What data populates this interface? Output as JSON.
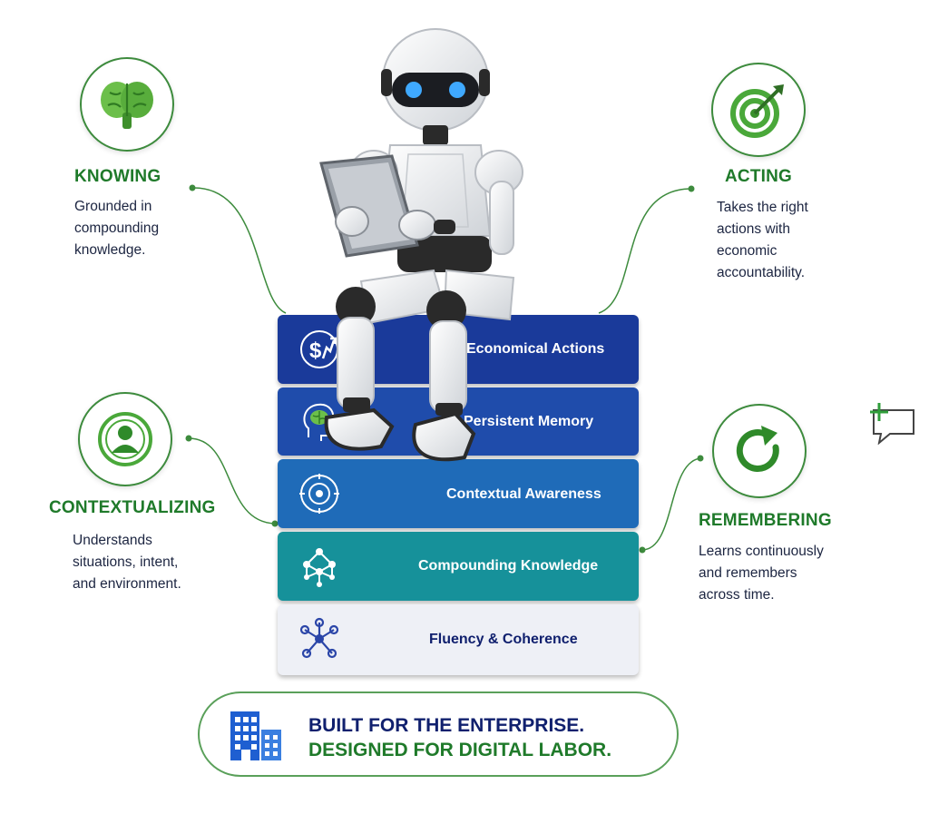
{
  "pillars": {
    "knowing": {
      "title": "KNOWING",
      "desc": [
        "Grounded in",
        "compounding",
        "knowledge."
      ],
      "icon": "brain-icon"
    },
    "acting": {
      "title": "ACTING",
      "desc": [
        "Takes the right",
        "actions with",
        "economic",
        "accountability."
      ],
      "icon": "target-arrow-icon"
    },
    "contextualizing": {
      "title": "CONTEXTUALIZING",
      "desc": [
        "Understands",
        "situations, intent,",
        "and environment."
      ],
      "icon": "person-focus-icon"
    },
    "remembering": {
      "title": "REMEMBERING",
      "desc": [
        "Learns continuously",
        "and remembers",
        "across time."
      ],
      "icon": "refresh-arrow-icon"
    }
  },
  "stack": [
    {
      "label": "Economical Actions",
      "icon": "dollar-growth-icon",
      "color": "#1a3a9a"
    },
    {
      "label": "Persistent Memory",
      "icon": "brain-head-icon",
      "color": "#1f4cab"
    },
    {
      "label": "Contextual Awareness",
      "icon": "radar-icon",
      "color": "#1f6bb8"
    },
    {
      "label": "Compounding Knowledge",
      "icon": "network-icon",
      "color": "#16919a"
    },
    {
      "label": "Fluency & Coherence",
      "icon": "hub-icon",
      "color": "#eef0f6"
    }
  ],
  "banner": {
    "line1": "BUILT FOR THE ENTERPRISE.",
    "line2": "DESIGNED FOR DIGITAL LABOR.",
    "icon": "building-icon"
  },
  "colors": {
    "green": "#1f7a2a",
    "navy": "#10206e",
    "connector": "#3d8b3d"
  },
  "figures": {
    "robot": "robot-with-tablet-icon",
    "comment": "add-comment-icon"
  }
}
